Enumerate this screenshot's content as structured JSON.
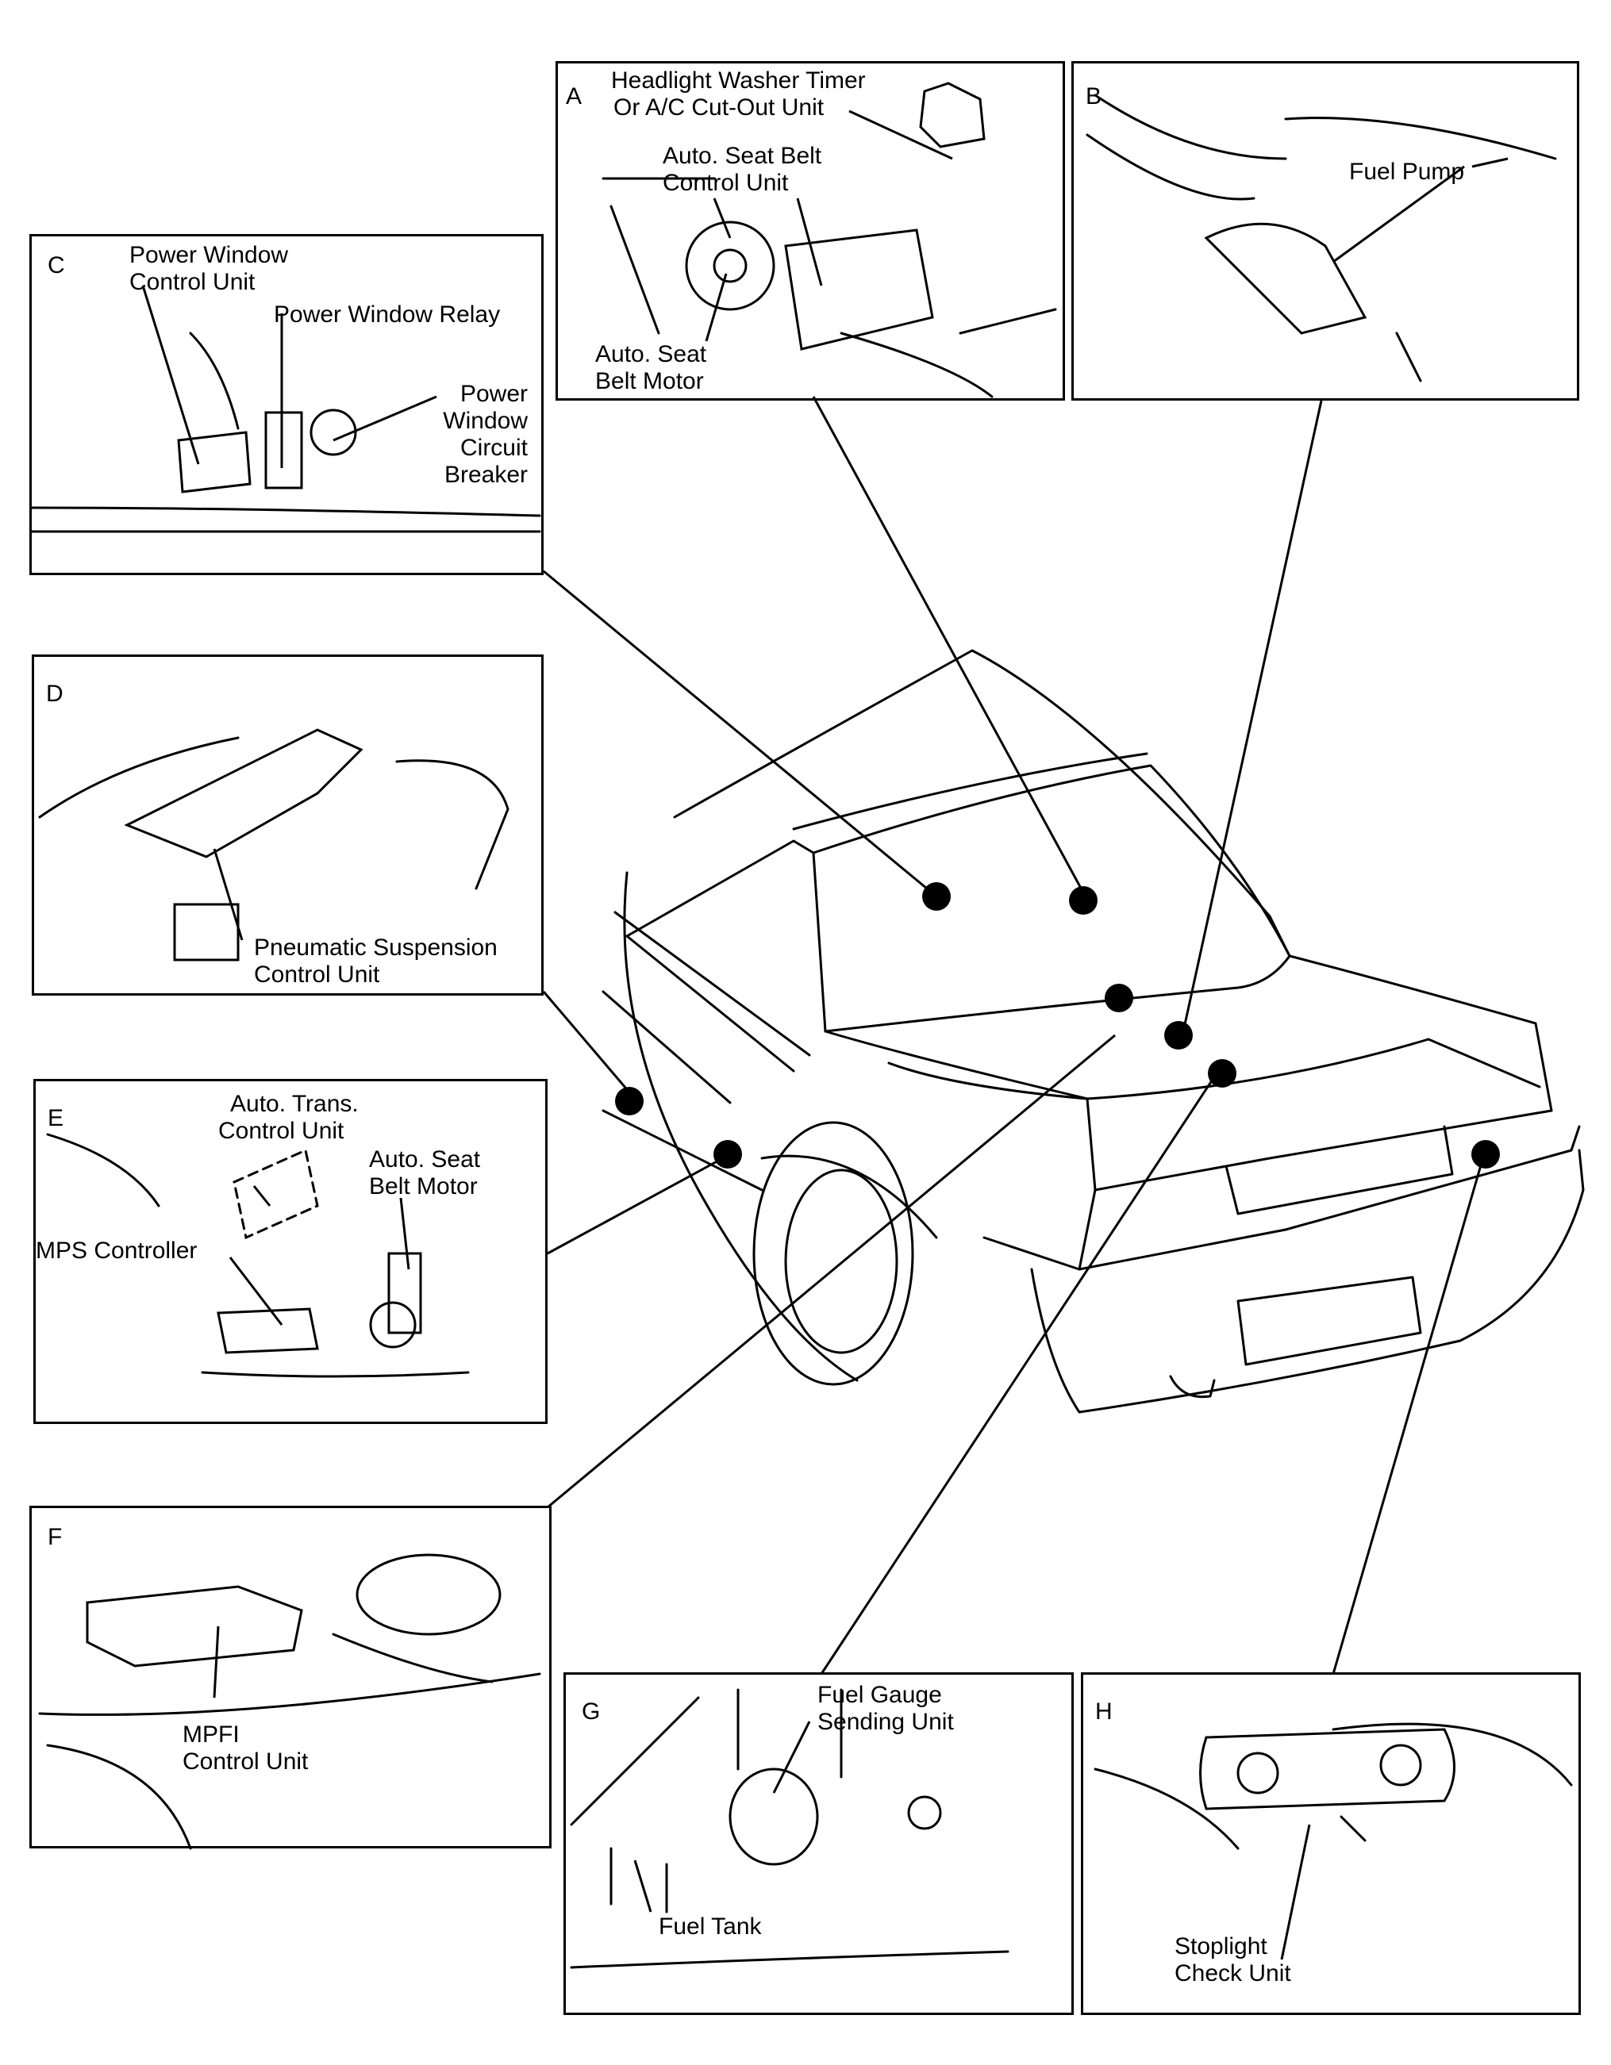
{
  "panels": {
    "A": {
      "letter": "A",
      "labels": {
        "washer_timer": [
          "Headlight Washer Timer",
          "Or A/C Cut-Out Unit"
        ],
        "belt_control": [
          "Auto. Seat Belt",
          "Control Unit"
        ],
        "belt_motor": [
          "Auto. Seat",
          "Belt Motor"
        ]
      }
    },
    "B": {
      "letter": "B",
      "labels": {
        "fuel_pump": "Fuel Pump"
      }
    },
    "C": {
      "letter": "C",
      "labels": {
        "pw_control": [
          "Power Window",
          "Control Unit"
        ],
        "pw_relay": "Power Window Relay",
        "pw_breaker": [
          "Power",
          "Window",
          "Circuit",
          "Breaker"
        ]
      }
    },
    "D": {
      "letter": "D",
      "labels": {
        "pneumatic": [
          "Pneumatic Suspension",
          "Control Unit"
        ]
      }
    },
    "E": {
      "letter": "E",
      "labels": {
        "trans_control": [
          "Auto. Trans.",
          "Control Unit"
        ],
        "belt_motor": [
          "Auto. Seat",
          "Belt Motor"
        ],
        "mps": "MPS Controller"
      }
    },
    "F": {
      "letter": "F",
      "labels": {
        "mpfi": [
          "MPFI",
          "Control Unit"
        ]
      }
    },
    "G": {
      "letter": "G",
      "labels": {
        "gauge": [
          "Fuel Gauge",
          "Sending Unit"
        ],
        "tank": "Fuel Tank"
      }
    },
    "H": {
      "letter": "H",
      "labels": {
        "stoplight": [
          "Stoplight",
          "Check Unit"
        ]
      }
    }
  },
  "colors": {
    "ink": "#000000",
    "paper": "#ffffff"
  }
}
